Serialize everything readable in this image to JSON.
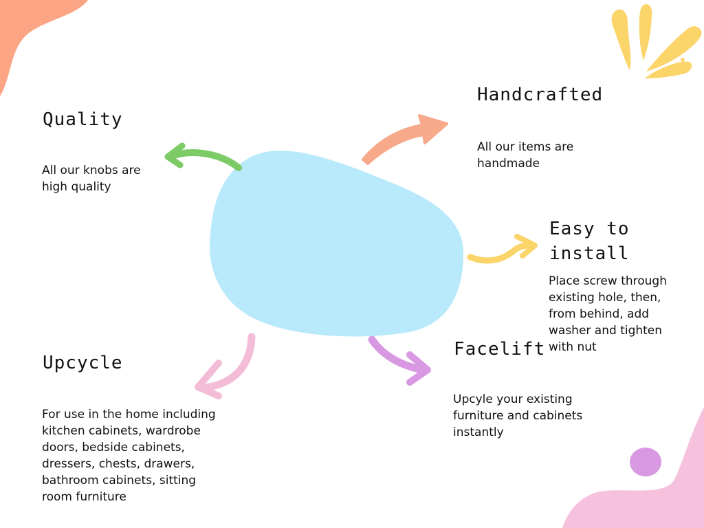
{
  "colors": {
    "center_blob": "#b8eafc",
    "quality_arrow": "#7ccb67",
    "handcrafted_arrow": "#f7a98a",
    "install_arrow": "#fbd46a",
    "facelift_arrow": "#d898e2",
    "upcycle_arrow": "#f3bcd7",
    "corner_top_left": "#fba585",
    "corner_bottom_right": "#f5c1dc",
    "dot": "#d898e2",
    "splash": "#fbd46a"
  },
  "features": {
    "quality": {
      "title": "Quality",
      "lines": [
        "All our knobs are",
        "high quality"
      ]
    },
    "handcrafted": {
      "title": "Handcrafted",
      "lines": [
        "All our items are",
        "handmade"
      ]
    },
    "install": {
      "title_lines": [
        "Easy to",
        "install"
      ],
      "lines": [
        "Place screw through",
        "existing hole, then,",
        "from behind, add",
        "washer and tighten",
        "with nut"
      ]
    },
    "facelift": {
      "title": "Facelift",
      "lines": [
        "Upcyle your existing",
        "furniture and cabinets",
        "instantly"
      ]
    },
    "upcycle": {
      "title": "Upcycle",
      "lines": [
        "For use in the home including",
        "kitchen cabinets, wardrobe",
        "doors, bedside cabinets,",
        "dressers, chests, drawers,",
        "bathroom cabinets, sitting",
        "room furniture"
      ]
    }
  }
}
